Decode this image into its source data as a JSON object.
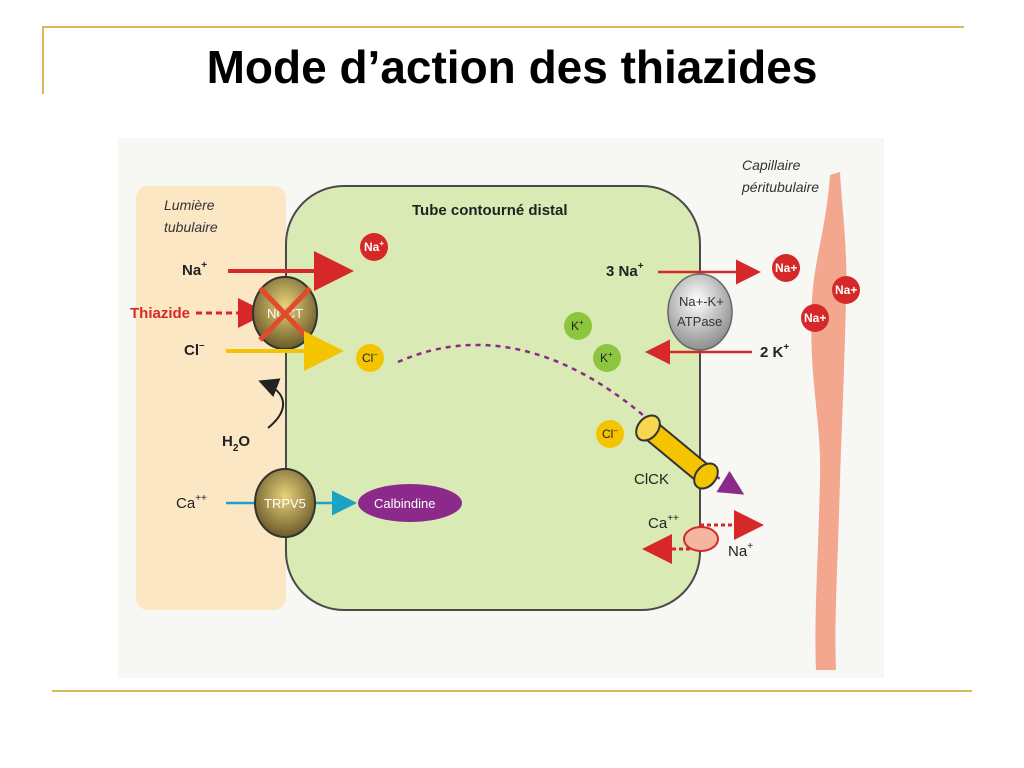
{
  "slide": {
    "title": "Mode d’action des thiazides"
  },
  "diagram": {
    "lumen_label_1": "Lumière",
    "lumen_label_2": "tubulaire",
    "cell_label": "Tube contourné distal",
    "capillary_label_1": "Capillaire",
    "capillary_label_2": "péritubulaire",
    "left": {
      "na": "Na",
      "na_sup": "+",
      "thiazide": "Thiazide",
      "ncct": "NCCT",
      "cl": "Cl",
      "cl_sup": "–",
      "h2o_h": "H",
      "h2o_sub": "2",
      "h2o_o": "O",
      "ca": "Ca",
      "ca_sup": "++",
      "trpv5": "TRPV5",
      "calbindine": "Calbindine"
    },
    "cell_ions": {
      "na": "Na",
      "na_sup": "+",
      "cl": "Cl",
      "cl_sup": "–",
      "k1": "K",
      "k1_sup": "+",
      "k2": "K",
      "k2_sup": "+",
      "cl2": "Cl",
      "cl2_sup": "–"
    },
    "right": {
      "three_na": "3 Na",
      "three_na_sup": "+",
      "pump_line1": "Na+-K+",
      "pump_line2": "ATPase",
      "two_k": "2 K",
      "two_k_sup": "+",
      "clck": "ClCK",
      "ca": "Ca",
      "ca_sup": "++",
      "na_out": "Na",
      "na_out_sup": "+"
    },
    "capillary_ions": [
      "Na+",
      "Na+",
      "Na+"
    ],
    "colors": {
      "lumen": "#fbe7c4",
      "cell": "#d9eab4",
      "capillary": "#f3a78f",
      "na_red": "#d62828",
      "k_green": "#8cc63f",
      "cl_yellow": "#f5c400",
      "calbindine_purple": "#8b2a8b",
      "transport_blue": "#1ba3c6"
    }
  }
}
